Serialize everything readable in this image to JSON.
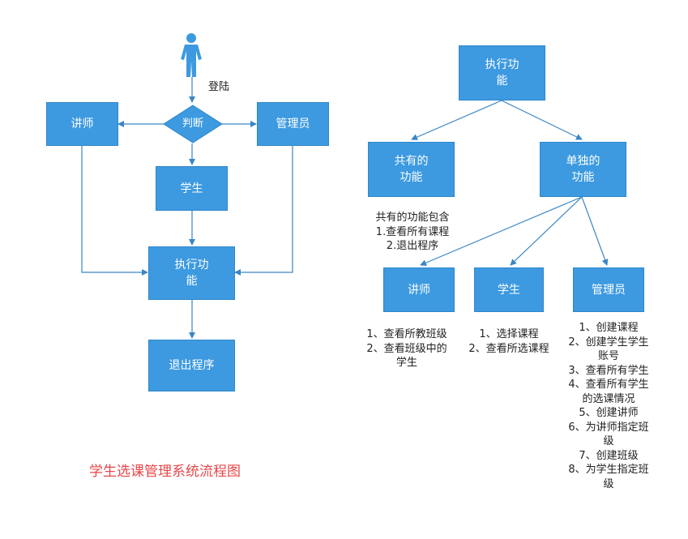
{
  "colors": {
    "node": "#3d9ae0",
    "edge": "#3a86c5",
    "caption": "#e8474a"
  },
  "left_flow": {
    "actor_icon": "person-icon",
    "login_label": "登陆",
    "decision_label": "判断",
    "teacher": "讲师",
    "admin": "管理员",
    "student": "学生",
    "execute": "执行功\n能",
    "exit": "退出程序"
  },
  "right_tree": {
    "root": "执行功\n能",
    "shared": "共有的\n功能",
    "exclusive": "单独的\n功能",
    "shared_note": "共有的功能包含\n1.查看所有课程\n2.退出程序",
    "teacher": "讲师",
    "student": "学生",
    "admin": "管理员",
    "teacher_functions": "1、查看所教班级\n2、查看班级中的\n学生",
    "student_functions": "1、选择课程\n2、查看所选课程",
    "admin_functions": "1、创建课程\n2、创建学生学生\n账号\n3、查看所有学生\n4、查看所有学生\n的选课情况\n5、创建讲师\n6、为讲师指定班\n级\n7、创建班级\n8、为学生指定班\n级"
  },
  "caption": "学生选课管理系统流程图"
}
